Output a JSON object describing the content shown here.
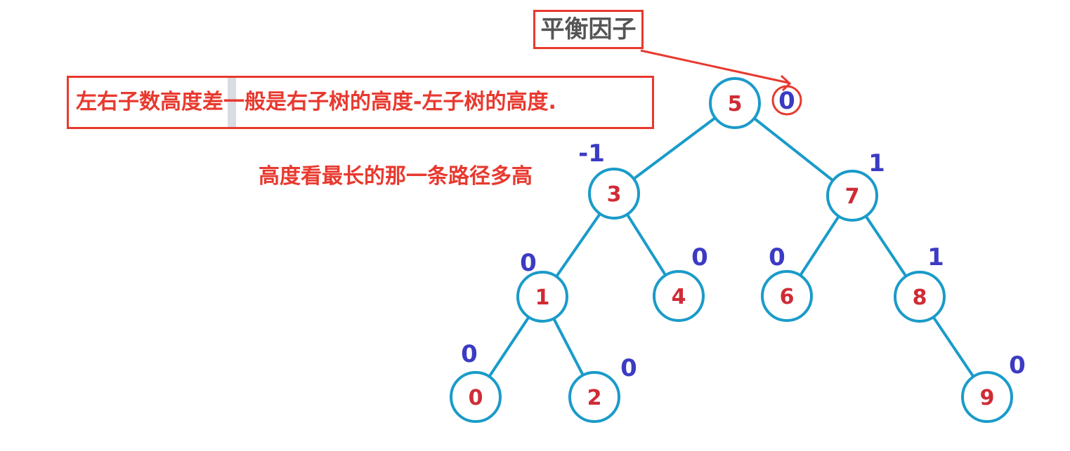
{
  "title": "平衡因子",
  "note": "左右子数高度差一般是右子树的高度-左子树的高度.",
  "height_note": "高度看最长的那一条路径多高",
  "colors": {
    "edge": "#1a9bc9",
    "node_text": "#cf2c36",
    "balance_factor": "#3b3bc4",
    "annotation": "#e8392f"
  },
  "tree": {
    "nodes": [
      {
        "id": "n5",
        "label": "5",
        "balance": "0"
      },
      {
        "id": "n3",
        "label": "3",
        "balance": "-1"
      },
      {
        "id": "n7",
        "label": "7",
        "balance": "1"
      },
      {
        "id": "n1",
        "label": "1",
        "balance": "0"
      },
      {
        "id": "n4",
        "label": "4",
        "balance": "0"
      },
      {
        "id": "n6",
        "label": "6",
        "balance": "0"
      },
      {
        "id": "n8",
        "label": "8",
        "balance": "1"
      },
      {
        "id": "n0",
        "label": "0",
        "balance": "0"
      },
      {
        "id": "n2",
        "label": "2",
        "balance": "0"
      },
      {
        "id": "n9",
        "label": "9",
        "balance": "0"
      }
    ],
    "edges": [
      [
        "n5",
        "n3"
      ],
      [
        "n5",
        "n7"
      ],
      [
        "n3",
        "n1"
      ],
      [
        "n3",
        "n4"
      ],
      [
        "n7",
        "n6"
      ],
      [
        "n7",
        "n8"
      ],
      [
        "n1",
        "n0"
      ],
      [
        "n1",
        "n2"
      ],
      [
        "n8",
        "n9"
      ]
    ]
  }
}
